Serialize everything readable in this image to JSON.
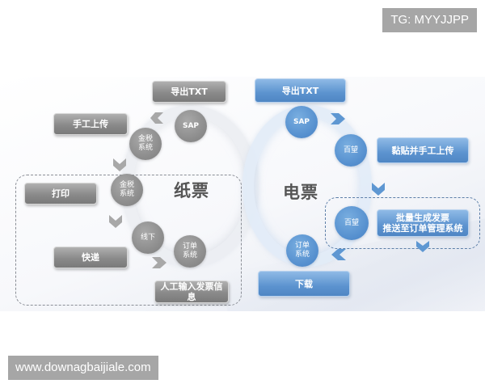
{
  "watermarks": {
    "top_right": "TG: MYYJJPP",
    "bottom_left": "www.downagbaijiale.com"
  },
  "paper_flow": {
    "title": "纸票",
    "color": "#8a8a8a",
    "boxes": {
      "export_txt": "导出TXT",
      "manual_upload": "手工上传",
      "print": "打印",
      "courier": "快递",
      "manual_input": "人工输入发票信息"
    },
    "nodes": {
      "sap": "SAP",
      "tax_system_1": "金税\n系统",
      "tax_system_2": "金税\n系统",
      "offline": "线下",
      "order_system": "订单\n系统"
    }
  },
  "e_flow": {
    "title": "电票",
    "color": "#5690cf",
    "boxes": {
      "export_txt": "导出TXT",
      "paste_upload": "黏贴并手工上传",
      "batch_generate_line1": "批量生成发票",
      "batch_generate_line2": "推送至订单管理系统",
      "download": "下载"
    },
    "nodes": {
      "sap": "SAP",
      "baiwang_1": "百望",
      "baiwang_2": "百望",
      "order_system": "订单\n系统"
    }
  }
}
